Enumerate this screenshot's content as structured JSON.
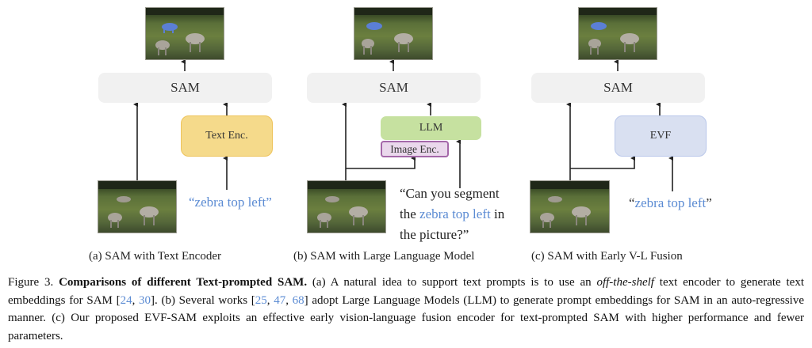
{
  "panels": [
    {
      "id": "a",
      "sam_label": "SAM",
      "encoder_label": "Text Enc.",
      "prompt": {
        "open_quote": "“",
        "text": "zebra top left",
        "close_quote": "”",
        "quotes_colored": true
      },
      "subcaption": "(a) SAM with Text Encoder"
    },
    {
      "id": "b",
      "sam_label": "SAM",
      "llm_label": "LLM",
      "image_encoder_label": "Image Enc.",
      "question": {
        "prefix": "“Can you segment the ",
        "highlight": "zebra top left",
        "suffix": " in the picture?”"
      },
      "subcaption": "(b) SAM with Large Language Model"
    },
    {
      "id": "c",
      "sam_label": "SAM",
      "encoder_label": "EVF",
      "prompt": {
        "open_quote": "“",
        "text": "zebra top left",
        "close_quote": "”",
        "quotes_colored": false
      },
      "subcaption": "(c) SAM with Early V-L Fusion"
    }
  ],
  "colors": {
    "sam_box": "#f1f1f1",
    "text_encoder": "#f5da8b",
    "llm": "#c6e1a0",
    "image_encoder": "#ead8ec",
    "image_encoder_border": "#a468a9",
    "evf": "#d9e0f1",
    "prompt_text": "#5b8bd3",
    "segmentation_mask": "#5b7fd6"
  },
  "images": {
    "output_image": "zebras in grassland with top-left zebra highlighted by blue mask",
    "input_image": "three zebras in grassland"
  },
  "caption": {
    "label": "Figure 3.",
    "title": "Comparisons of different Text-prompted SAM.",
    "part_a_1": " (a) A natural idea to support text prompts is to use an ",
    "part_a_italic": "off-the-shelf",
    "part_a_2": " text encoder to generate text embeddings for SAM [",
    "ref_a": [
      "24",
      "30"
    ],
    "part_b_1": "]. (b) Several works [",
    "ref_b": [
      "25",
      "47",
      "68"
    ],
    "part_b_2": "] adopt Large Language Models (LLM) to generate prompt embeddings for SAM in an auto-regressive manner. (c) Our proposed EVF-SAM exploits an effective early vision-language fusion encoder for text-prompted SAM with higher performance and fewer parameters."
  }
}
